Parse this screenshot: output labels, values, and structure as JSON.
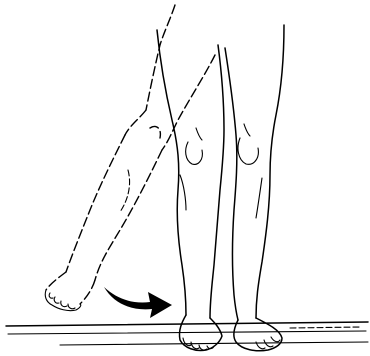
{
  "illustration": {
    "subject": "leg-swing-movement",
    "ink_color": "#000000",
    "paper_color": "#ffffff",
    "arrow_icon": "curved-arrow-right",
    "line_style_moving_leg": "dashed"
  }
}
